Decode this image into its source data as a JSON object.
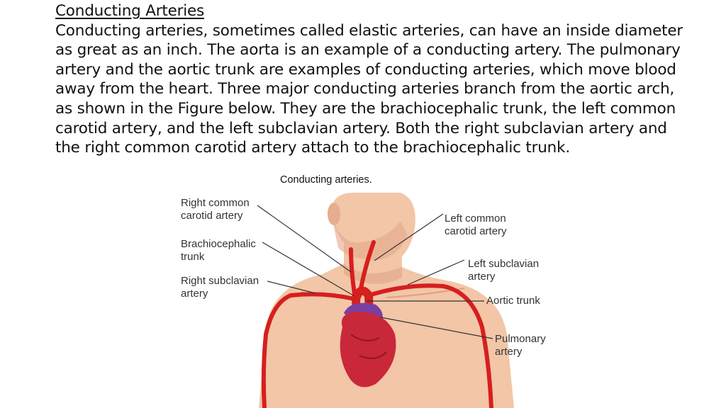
{
  "slide": {
    "title": "Conducting Arteries",
    "paragraph": "Conducting arteries, sometimes called elastic arteries, can have an inside diameter as great as an inch. The aorta is an example of a conducting artery. The pulmonary artery and the aortic trunk are examples of conducting arteries, which move blood away from the heart. Three major conducting arteries branch from the aortic arch, as shown in the Figure below. They are the brachiocephalic trunk, the left common carotid artery, and the left subclavian artery. Both the right subclavian artery and the right common carotid artery attach to the brachiocephalic trunk."
  },
  "figure": {
    "caption": "Conducting arteries.",
    "labels": {
      "right_common_carotid_1": "Right common",
      "right_common_carotid_2": "carotid artery",
      "brachiocephalic_1": "Brachiocephalic",
      "brachiocephalic_2": "trunk",
      "right_subclavian_1": "Right subclavian",
      "right_subclavian_2": "artery",
      "left_common_carotid_1": "Left common",
      "left_common_carotid_2": "carotid artery",
      "left_subclavian_1": "Left subclavian",
      "left_subclavian_2": "artery",
      "aortic_trunk": "Aortic trunk",
      "pulmonary_1": "Pulmonary",
      "pulmonary_2": "artery"
    },
    "colors": {
      "skin": "#f2c6a7",
      "skin_shadow": "#e2a98a",
      "artery": "#d61f1f",
      "heart": "#c8283a",
      "pulmonary": "#7b3fa0"
    }
  }
}
